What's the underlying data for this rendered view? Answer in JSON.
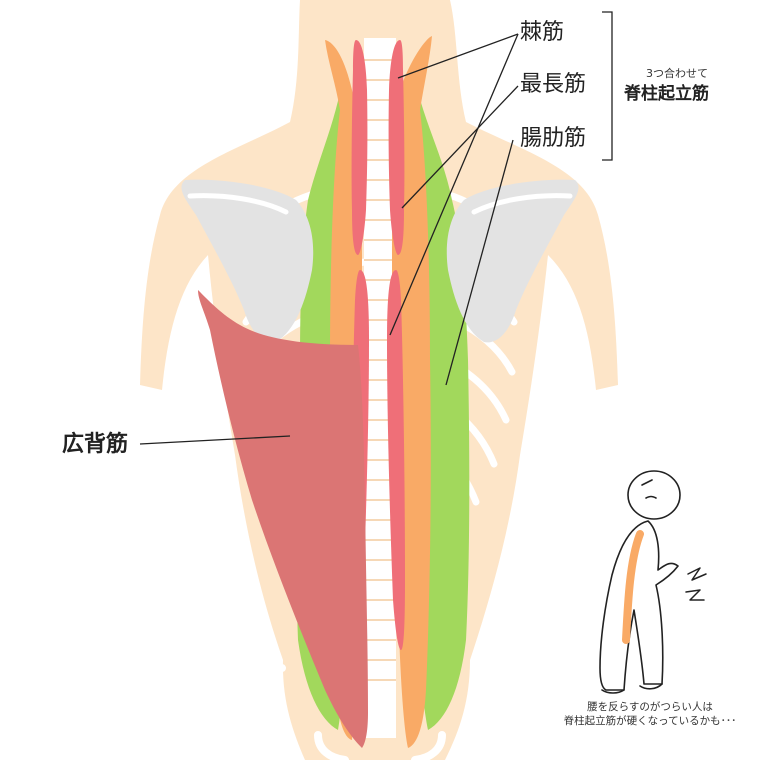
{
  "labels": {
    "spinalis": "棘筋",
    "longissimus": "最長筋",
    "iliocostalis": "腸肋筋",
    "latissimus": "広背筋"
  },
  "group": {
    "sub": "3つ合わせて",
    "title": "脊柱起立筋"
  },
  "caption": {
    "line1": "腰を反らすのがつらい人は",
    "line2": "脊柱起立筋が硬くなっているかも･･･"
  },
  "colors": {
    "skin": "#fde5c8",
    "bone": "#ffffff",
    "scapula": "#e3e3e3",
    "spinalis": "#ef6f78",
    "longissimus": "#f9aa66",
    "iliocostalis": "#a2d85c",
    "latissimus": "#db7574",
    "line": "#222222"
  },
  "icons": [
    "person-back-pain-icon",
    "pain-spark-icon"
  ]
}
